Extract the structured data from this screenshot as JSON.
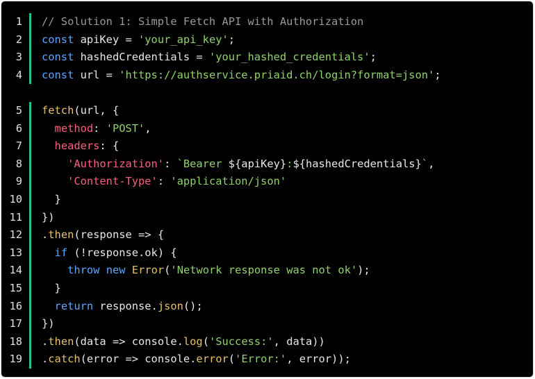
{
  "colors": {
    "background": "#000000",
    "gutter_bar": "#28c28a",
    "keyword": "#5aa7ff",
    "function": "#e8c26a",
    "string": "#8fd36a",
    "comment": "#9a9a9a",
    "property": "#ff5f7e",
    "plain": "#e8e8e8"
  },
  "blocks": [
    {
      "lines": [
        {
          "num": "1",
          "tokens": [
            {
              "t": "cm",
              "v": "// Solution 1: Simple Fetch API with Authorization"
            }
          ]
        },
        {
          "num": "2",
          "tokens": [
            {
              "t": "kw",
              "v": "const"
            },
            {
              "t": "pl",
              "v": " apiKey = "
            },
            {
              "t": "str",
              "v": "'your_api_key'"
            },
            {
              "t": "pl",
              "v": ";"
            }
          ]
        },
        {
          "num": "3",
          "tokens": [
            {
              "t": "kw",
              "v": "const"
            },
            {
              "t": "pl",
              "v": " hashedCredentials = "
            },
            {
              "t": "str",
              "v": "'your_hashed_credentials'"
            },
            {
              "t": "pl",
              "v": ";"
            }
          ]
        },
        {
          "num": "4",
          "tokens": [
            {
              "t": "kw",
              "v": "const"
            },
            {
              "t": "pl",
              "v": " url = "
            },
            {
              "t": "str",
              "v": "'https://authservice.priaid.ch/login?format=json'"
            },
            {
              "t": "pl",
              "v": ";"
            }
          ]
        }
      ]
    },
    {
      "lines": [
        {
          "num": "5",
          "tokens": [
            {
              "t": "fn",
              "v": "fetch"
            },
            {
              "t": "pl",
              "v": "(url, {"
            }
          ]
        },
        {
          "num": "6",
          "tokens": [
            {
              "t": "pl",
              "v": "  "
            },
            {
              "t": "prop",
              "v": "method"
            },
            {
              "t": "pl",
              "v": ": "
            },
            {
              "t": "str",
              "v": "'POST'"
            },
            {
              "t": "pl",
              "v": ","
            }
          ]
        },
        {
          "num": "7",
          "tokens": [
            {
              "t": "pl",
              "v": "  "
            },
            {
              "t": "prop",
              "v": "headers"
            },
            {
              "t": "pl",
              "v": ": {"
            }
          ]
        },
        {
          "num": "8",
          "tokens": [
            {
              "t": "pl",
              "v": "    "
            },
            {
              "t": "prop",
              "v": "'Authorization'"
            },
            {
              "t": "pl",
              "v": ": "
            },
            {
              "t": "str",
              "v": "`Bearer "
            },
            {
              "t": "pl",
              "v": "${apiKey}"
            },
            {
              "t": "str",
              "v": ":"
            },
            {
              "t": "pl",
              "v": "${hashedCredentials}"
            },
            {
              "t": "str",
              "v": "`"
            },
            {
              "t": "pl",
              "v": ","
            }
          ]
        },
        {
          "num": "9",
          "tokens": [
            {
              "t": "pl",
              "v": "    "
            },
            {
              "t": "prop",
              "v": "'Content-Type'"
            },
            {
              "t": "pl",
              "v": ": "
            },
            {
              "t": "str",
              "v": "'application/json'"
            }
          ]
        },
        {
          "num": "10",
          "tokens": [
            {
              "t": "pl",
              "v": "  }"
            }
          ]
        },
        {
          "num": "11",
          "tokens": [
            {
              "t": "pl",
              "v": "})"
            }
          ]
        },
        {
          "num": "12",
          "tokens": [
            {
              "t": "pl",
              "v": "."
            },
            {
              "t": "fn",
              "v": "then"
            },
            {
              "t": "pl",
              "v": "(response => {"
            }
          ]
        },
        {
          "num": "13",
          "tokens": [
            {
              "t": "pl",
              "v": "  "
            },
            {
              "t": "kw",
              "v": "if"
            },
            {
              "t": "pl",
              "v": " (!response.ok) {"
            }
          ]
        },
        {
          "num": "14",
          "tokens": [
            {
              "t": "pl",
              "v": "    "
            },
            {
              "t": "kw",
              "v": "throw"
            },
            {
              "t": "pl",
              "v": " "
            },
            {
              "t": "kw",
              "v": "new"
            },
            {
              "t": "pl",
              "v": " "
            },
            {
              "t": "fn",
              "v": "Error"
            },
            {
              "t": "pl",
              "v": "("
            },
            {
              "t": "str",
              "v": "'Network response was not ok'"
            },
            {
              "t": "pl",
              "v": ");"
            }
          ]
        },
        {
          "num": "15",
          "tokens": [
            {
              "t": "pl",
              "v": "  }"
            }
          ]
        },
        {
          "num": "16",
          "tokens": [
            {
              "t": "pl",
              "v": "  "
            },
            {
              "t": "kw",
              "v": "return"
            },
            {
              "t": "pl",
              "v": " response."
            },
            {
              "t": "fn",
              "v": "json"
            },
            {
              "t": "pl",
              "v": "();"
            }
          ]
        },
        {
          "num": "17",
          "tokens": [
            {
              "t": "pl",
              "v": "})"
            }
          ]
        },
        {
          "num": "18",
          "tokens": [
            {
              "t": "pl",
              "v": "."
            },
            {
              "t": "fn",
              "v": "then"
            },
            {
              "t": "pl",
              "v": "(data => console."
            },
            {
              "t": "fn",
              "v": "log"
            },
            {
              "t": "pl",
              "v": "("
            },
            {
              "t": "str",
              "v": "'Success:'"
            },
            {
              "t": "pl",
              "v": ", data))"
            }
          ]
        },
        {
          "num": "19",
          "tokens": [
            {
              "t": "pl",
              "v": "."
            },
            {
              "t": "fn",
              "v": "catch"
            },
            {
              "t": "pl",
              "v": "(error => console."
            },
            {
              "t": "fn",
              "v": "error"
            },
            {
              "t": "pl",
              "v": "("
            },
            {
              "t": "str",
              "v": "'Error:'"
            },
            {
              "t": "pl",
              "v": ", error));"
            }
          ]
        }
      ]
    }
  ]
}
